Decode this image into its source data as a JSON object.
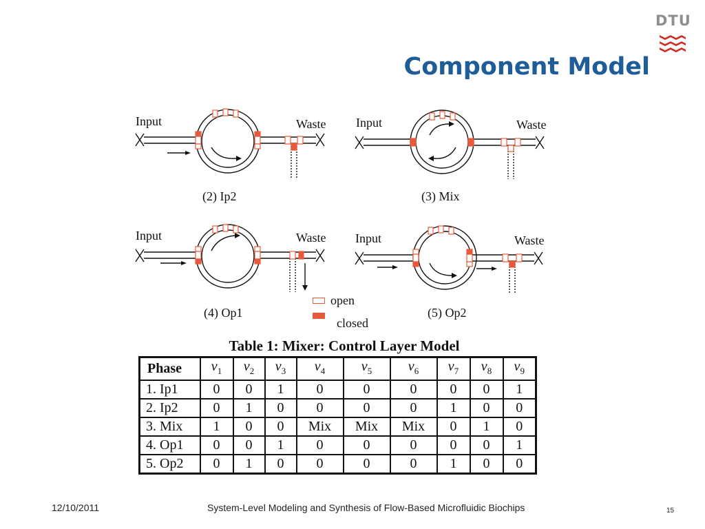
{
  "slide": {
    "title": "Component Model"
  },
  "logo": {
    "text": "DTU"
  },
  "panels": [
    {
      "input_label": "Input",
      "waste_label": "Waste",
      "caption": "(2) Ip2"
    },
    {
      "input_label": "Input",
      "waste_label": "Waste",
      "caption": "(3) Mix"
    },
    {
      "input_label": "Input",
      "waste_label": "Waste",
      "caption": "(4) Op1"
    },
    {
      "input_label": "Input",
      "waste_label": "Waste",
      "caption": "(5) Op2"
    }
  ],
  "legend": {
    "open": "open",
    "closed": "closed"
  },
  "table": {
    "caption": "Table 1: Mixer: Control Layer Model",
    "header_first": "Phase",
    "columns": [
      {
        "sym": "v",
        "sub": "1"
      },
      {
        "sym": "v",
        "sub": "2"
      },
      {
        "sym": "v",
        "sub": "3"
      },
      {
        "sym": "v",
        "sub": "4"
      },
      {
        "sym": "v",
        "sub": "5"
      },
      {
        "sym": "v",
        "sub": "6"
      },
      {
        "sym": "v",
        "sub": "7"
      },
      {
        "sym": "v",
        "sub": "8"
      },
      {
        "sym": "v",
        "sub": "9"
      }
    ],
    "rows": [
      {
        "phase": "1. Ip1",
        "values": [
          "0",
          "0",
          "1",
          "0",
          "0",
          "0",
          "0",
          "0",
          "1"
        ]
      },
      {
        "phase": "2. Ip2",
        "values": [
          "0",
          "1",
          "0",
          "0",
          "0",
          "0",
          "1",
          "0",
          "0"
        ]
      },
      {
        "phase": "3. Mix",
        "values": [
          "1",
          "0",
          "0",
          "Mix",
          "Mix",
          "Mix",
          "0",
          "1",
          "0"
        ]
      },
      {
        "phase": "4. Op1",
        "values": [
          "0",
          "0",
          "1",
          "0",
          "0",
          "0",
          "0",
          "0",
          "1"
        ]
      },
      {
        "phase": "5. Op2",
        "values": [
          "0",
          "1",
          "0",
          "0",
          "0",
          "0",
          "1",
          "0",
          "0"
        ]
      }
    ]
  },
  "footer": {
    "date": "12/10/2011",
    "title": "System-Level Modeling and Synthesis of Flow-Based Microfluidic Biochips",
    "page": "15"
  },
  "colors": {
    "title": "#1f5d99",
    "valve": "#e85a3c",
    "logo_red": "#cc2f2a",
    "logo_grey": "#8f8f8f"
  }
}
